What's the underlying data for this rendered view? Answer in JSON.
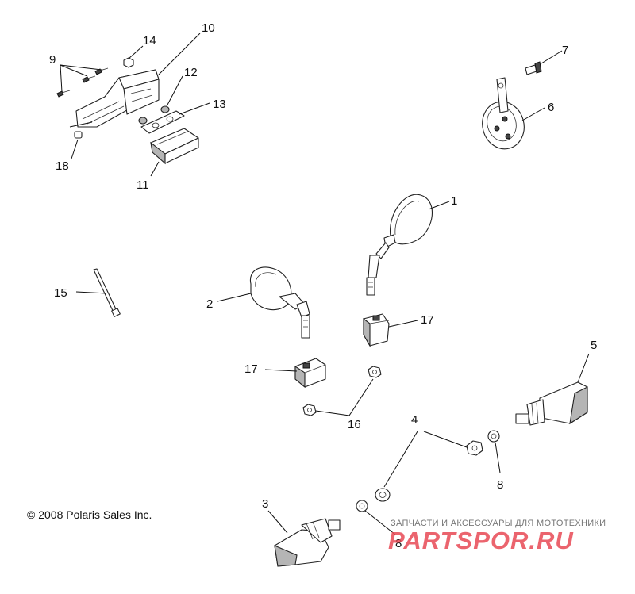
{
  "callouts": {
    "c1": "1",
    "c2": "2",
    "c3": "3",
    "c4": "4",
    "c5": "5",
    "c6": "6",
    "c7": "7",
    "c8a": "8",
    "c8b": "8",
    "c9": "9",
    "c10": "10",
    "c11": "11",
    "c12": "12",
    "c13": "13",
    "c14": "14",
    "c15": "15",
    "c16": "16",
    "c17a": "17",
    "c17b": "17",
    "c18": "18"
  },
  "copyright": "© 2008 Polaris Sales Inc.",
  "watermark": {
    "tagline": "ЗАПЧАСТИ И АКСЕССУАРЫ ДЛЯ МОТОТЕХНИКИ",
    "logo": "PARTSPOR.RU",
    "color": "#e84a55"
  }
}
